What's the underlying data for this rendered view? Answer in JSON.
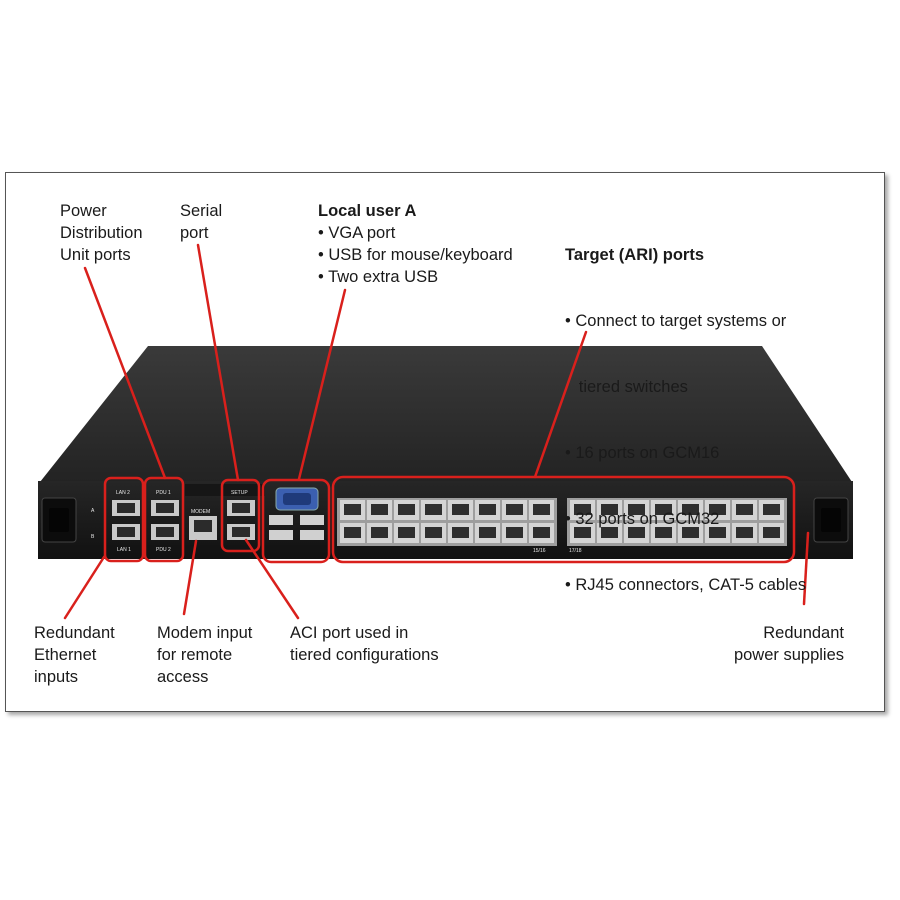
{
  "callouts": {
    "pdu": {
      "lines": [
        "Power",
        "Distribution",
        "Unit ports"
      ]
    },
    "serial": {
      "lines": [
        "Serial",
        "port"
      ]
    },
    "local_user": {
      "title": "Local user A",
      "bullets": [
        "• VGA port",
        "• USB for mouse/keyboard",
        "• Two extra USB"
      ]
    },
    "target": {
      "title": "Target (ARI) ports",
      "bullets": [
        "• Connect to target systems or",
        "   tiered switches",
        "• 16 ports on GCM16",
        "• 32 ports on GCM32",
        "• RJ45 connectors, CAT-5 cables"
      ]
    },
    "ethernet": {
      "lines": [
        "Redundant",
        "Ethernet",
        "inputs"
      ]
    },
    "modem": {
      "lines": [
        "Modem input",
        "for remote",
        "access"
      ]
    },
    "aci": {
      "lines": [
        "ACI port used in",
        "tiered configurations"
      ]
    },
    "power": {
      "lines": [
        "Redundant",
        "power supplies"
      ]
    }
  },
  "device_labels": {
    "lan2": "LAN 2",
    "lan1": "LAN 1",
    "pdu1": "PDU 1",
    "pdu2": "PDU 2",
    "modem": "MODEM",
    "setup": "SETUP",
    "port_15_16": "15/16",
    "port_17_18": "17/18",
    "side_a": "A",
    "side_b": "B"
  },
  "colors": {
    "callout": "#d9201c",
    "chassis": "#2a2a2a",
    "panel": "#1a1a1a",
    "port": "#c9c9c9"
  }
}
